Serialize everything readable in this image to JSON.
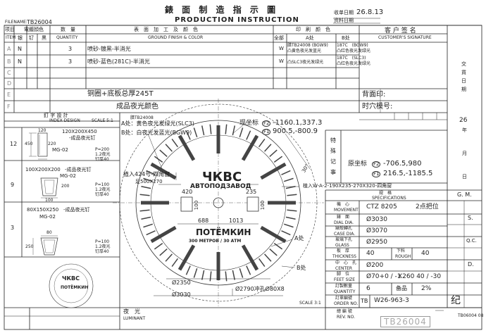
{
  "header": {
    "title_cn": "錶 面 制 造 指 示 圖",
    "title_en": "PRODUCTION INSTRUCTION",
    "date_label": "收单日期",
    "date": "26.8.13",
    "filed_label": "资料日期",
    "filename_label": "FILENAME:",
    "filename": "TB26004"
  },
  "table_head": {
    "item_cn": "项目",
    "item_en": "ITEM",
    "plating": "電鍍顔色",
    "silver": "银",
    "rhodium": "钌",
    "black": "黑",
    "qty_cn": "数　量",
    "qty_en": "QUANTITY",
    "finish_cn": "表　面　加　工　及　颜　色",
    "finish_en": "GROUND FINISH & COLOR",
    "print_cn": "印　刷　颜　色",
    "all": "全部",
    "a_place": "A处",
    "b_place": "B处",
    "sign_cn": "客 户 签 名",
    "sign_en": "CUSTOMER'S SIGNATURE"
  },
  "rows": [
    {
      "item": "A",
      "plating": "N",
      "qty": "3",
      "finish": "喷砂-镀黑-半消光",
      "all": "W",
      "a_print": [
        "腊TB24008 (BGW9)",
        "凸黄色夜光发蓝光"
      ],
      "b_print": [
        "187C　(BGW9)",
        "凸红色夜光发绿光"
      ]
    },
    {
      "item": "B",
      "plating": "N",
      "qty": "3",
      "finish": "喷砂-蓝色(281C)-半消光",
      "all": "W",
      "a_print": [
        "凸SLC3夜光发绿光"
      ],
      "b_print": [
        "187C　(SLC3)",
        "凸红色夜光发绿光"
      ]
    },
    {
      "item": "C"
    },
    {
      "item": "D"
    },
    {
      "item": "E"
    },
    {
      "item": "F"
    }
  ],
  "notes": {
    "copper": "铜圈+底板总厚245T",
    "lume_color": "成品夜光颜色",
    "back_print": "背面印:",
    "hole_code": "时穴模号:"
  },
  "index_design": {
    "title_cn": "釘 字 設 計",
    "title_en": "INDEX DESIGN",
    "scale": "SCALE 5:1",
    "items": [
      {
        "no": "12",
        "size": "120X200X450",
        "desc": "-成品夜光钉",
        "mg": "MG-02",
        "d1": "450",
        "d2": "120",
        "d3": "220",
        "p": [
          "P=200",
          "1.2夜光",
          "钉厚40"
        ]
      },
      {
        "no": "9",
        "size": "100X200X200",
        "desc": "-成品夜光钉",
        "mg": "MG-02",
        "d1": "200",
        "d2": "100",
        "p": [
          "P=100",
          "1.2夜光",
          "钉厚40"
        ]
      },
      {
        "no": "3",
        "size": "80X150X250",
        "desc": "-成品夜光钉",
        "mg": "MG-02",
        "d1": "250",
        "d2": "80",
        "p": [
          "P=100",
          "1.2夜光",
          "钉厚40"
        ]
      }
    ]
  },
  "drawing": {
    "a_note_1": "腊TB24008",
    "a_note_2": "A处：黄色夜光发绿光(SLC3)",
    "b_note": "B处：白夜光发蓝光(BGW9)",
    "coord_label": "现坐标",
    "coord_1_mark": "F2",
    "coord_1": "-1160.1,337.3",
    "coord_2_mark": "F1",
    "coord_2": "900.5,-800.9",
    "brand": "ЧКВС",
    "brand_sub": "АВТОПОДЗАВОД",
    "model": "ПОТЁМКИН",
    "model_sub": "300 МЕТРОВ / 30 АТМ",
    "hole_note_1": "植入424号-四角窗",
    "hole_note_2": "足500X270",
    "hole_note_3": "植入W-A-2-190X235-270X320-四角窗",
    "dim_420": "420",
    "dim_235": "235",
    "dim_100a": "100",
    "dim_100b": "100",
    "dim_688": "688",
    "dim_1013": "1013",
    "dim_30deg": "30°",
    "a_pointer": "A处",
    "b_pointer": "B处",
    "dia_2350": "Ø2350",
    "dia_3030": "Ø3030",
    "hole_spec": "Ø2790冲孔Ø80X8",
    "scale": "SCALE 3:1",
    "lume_label_cn": "夜　光",
    "lume_label_en": "LUMINANT"
  },
  "special": {
    "chars": [
      "特",
      "殊",
      "记",
      "事"
    ],
    "label": "原坐标",
    "mark_1": "F2",
    "val_1": "-706.5,980",
    "mark_2": "F1",
    "val_2": "216.5,-1185.5"
  },
  "specs": {
    "title_cn": "规　格",
    "title_en": "SPECIFICATIONS",
    "rows": [
      {
        "cn": "機　心",
        "en": "MOVEMENT",
        "val": "CTZ  8205",
        "extra": "2点把位"
      },
      {
        "cn": "錶　面",
        "en": "DIAL DIA.",
        "val": "Ø3030"
      },
      {
        "cn": "錶殼轉孔",
        "en": "CASE DIA.",
        "val": "Ø3070"
      },
      {
        "cn": "玻璃下孔",
        "en": "GLASS",
        "val": "Ø2950"
      },
      {
        "cn": "板　厚",
        "en": "THICKNESS",
        "val": "40",
        "sub_label": "下料",
        "sub_label_en": "ROUGH",
        "sub_val": "40"
      },
      {
        "cn": "中　心　孔",
        "en": "CENTER",
        "val": "Ø200"
      },
      {
        "cn": "脚　位",
        "en": "FEET SIZE",
        "val": "Ø70+0 / -1",
        "extra": "X260 40 / -30"
      },
      {
        "cn": "訂製數量",
        "en": "QUANTITY",
        "val": "6",
        "extra_label": "备品",
        "extra": "2%"
      },
      {
        "cn": "訂單編號",
        "en": "ORDER NO.",
        "val": "W26-963-3"
      }
    ],
    "tb_prefix": "TB",
    "tb_number": "TB26004",
    "rev_cn": "總 編 號",
    "rev_en": "REV. NO."
  },
  "side_boxes": {
    "gm": "G. M.",
    "s": "S.",
    "qc": "Q.C.",
    "d": "D."
  },
  "delivery": {
    "chars": [
      "交",
      "貨",
      "日",
      "期"
    ],
    "day": "26",
    "year_unit": "年",
    "month_unit": "月",
    "day_unit": "日"
  },
  "red_mark": "纪",
  "footer_code": "TB06004 08"
}
